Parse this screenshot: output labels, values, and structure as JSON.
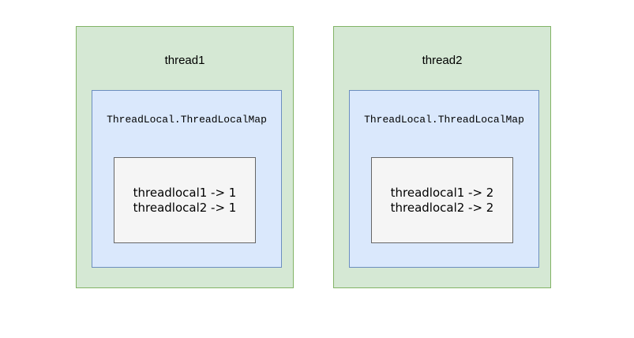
{
  "diagram": {
    "background": "#ffffff",
    "colors": {
      "thread_fill": "#d5e8d4",
      "thread_stroke": "#82b366",
      "map_fill": "#dae8fc",
      "map_stroke": "#6c8ebf",
      "entry_fill": "#f5f5f5",
      "entry_stroke": "#666666"
    },
    "threads": [
      {
        "title": "thread1",
        "map_title": "ThreadLocal.ThreadLocalMap",
        "entries": [
          "threadlocal1 -> 1",
          "threadlocal2 -> 1"
        ]
      },
      {
        "title": "thread2",
        "map_title": "ThreadLocal.ThreadLocalMap",
        "entries": [
          "threadlocal1 -> 2",
          "threadlocal2 -> 2"
        ]
      }
    ]
  }
}
